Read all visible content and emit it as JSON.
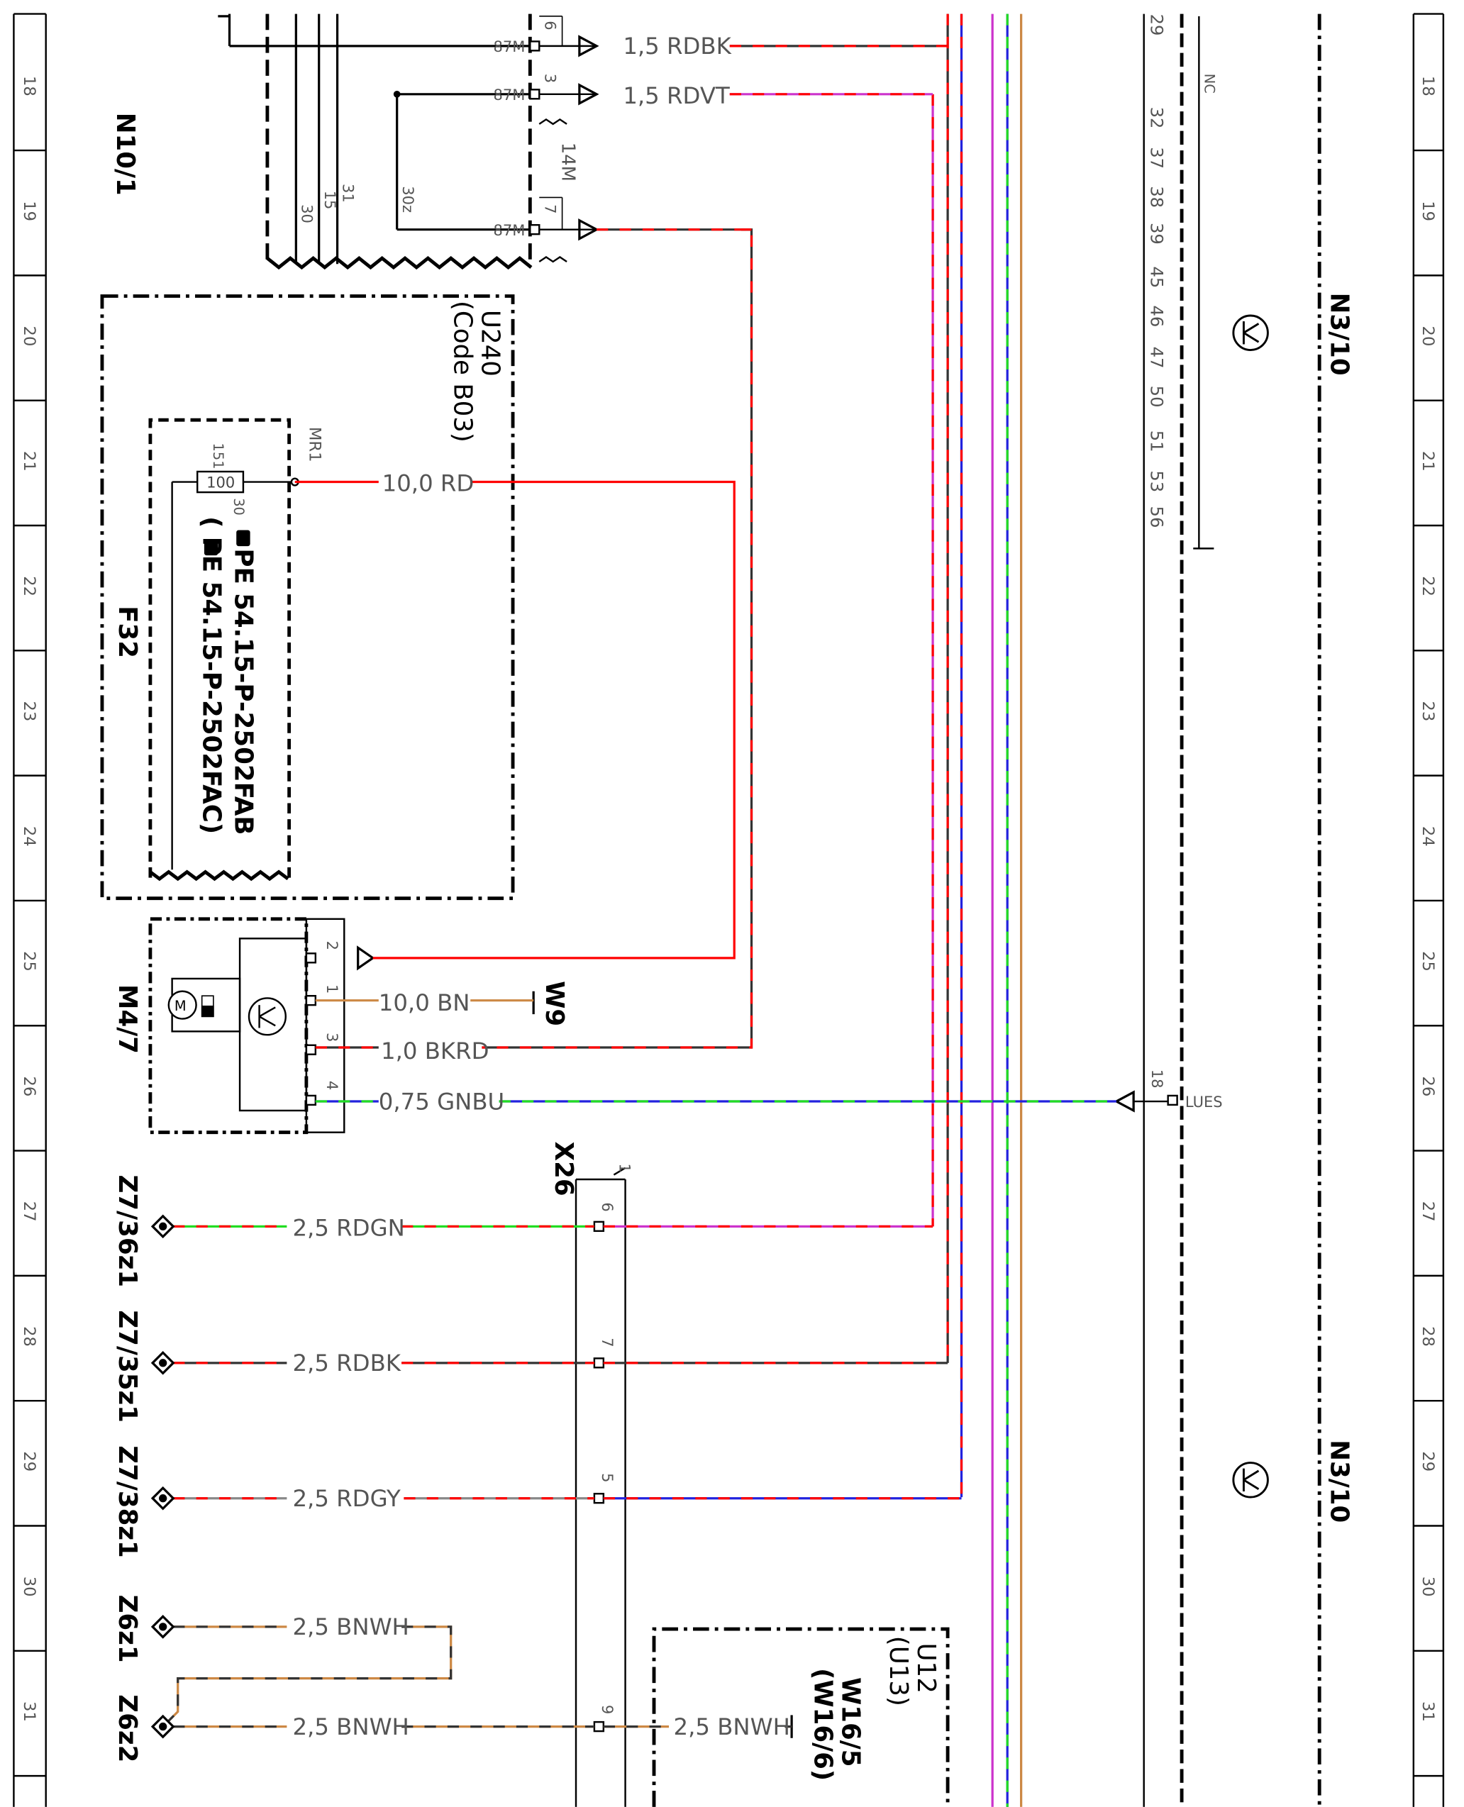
{
  "colors": {
    "RD": "#ff0000",
    "BK": "#333333",
    "VT": "#cc33cc",
    "GN": "#22dd22",
    "BU": "#2222dd",
    "GY": "#888888",
    "BN": "#cc8844",
    "WH": "#ffffff",
    "line": "#000000",
    "label": "#555555"
  },
  "rows": [
    "18",
    "19",
    "20",
    "21",
    "22",
    "23",
    "24",
    "25",
    "26",
    "27",
    "28",
    "29",
    "30",
    "31"
  ],
  "components": {
    "n10_1": "N10/1",
    "u240": "U240",
    "u240_code": "(Code B03)",
    "f32": "F32",
    "pe_line_1": "PE 54.15-P-2502FAB",
    "pe_line_2": "(     PE 54.15-P-2502FAC)",
    "m4_7": "M4/7",
    "w9": "W9",
    "x26": "X26",
    "n3_10_top": "N3/10",
    "n3_10_bottom": "N3/10",
    "u12": "U12",
    "u12_sub": "(U13)",
    "w16_5": "W16/5",
    "w16_6": "(W16/6)",
    "z7_36z1": "Z7/36z1",
    "z7_35z1": "Z7/35z1",
    "z7_38z1": "Z7/38z1",
    "z6z1": "Z6z1",
    "z6z2": "Z6z2"
  },
  "n10_pins": {
    "p30": "30",
    "p15": "15",
    "p31": "31",
    "p30z": "30z",
    "m1": "87M",
    "m2": "87M",
    "m3": "87M",
    "pin6": "6",
    "pin3": "3",
    "pin7": "7",
    "conn14m": "14M"
  },
  "fuse": {
    "value": "100",
    "pin151": "151",
    "pin30": "30",
    "mr1": "MR1"
  },
  "m47_pins": [
    "2",
    "1",
    "3",
    "4"
  ],
  "x26_pins": {
    "header": "1",
    "p6": "6",
    "p7": "7",
    "p5": "5",
    "p9": "9"
  },
  "n3_pins": [
    "29",
    "32",
    "37",
    "38",
    "39",
    "45",
    "46",
    "47",
    "50",
    "51",
    "53",
    "56"
  ],
  "n3_nc": "NC",
  "n3_pin18": "18",
  "n3_lues": "LUES",
  "wires": {
    "rdbk_top": "1,5 RDBK",
    "rdvt": "1,5 RDVT",
    "rd10": "10,0 RD",
    "bn10": "10,0 BN",
    "bkrd": "1,0 BKRD",
    "gnbu": "0,75 GNBU",
    "rdgn": "2,5 RDGN",
    "rdbk": "2,5 RDBK",
    "rdgy": "2,5 RDGY",
    "bnwh1": "2,5 BNWH",
    "bnwh2": "2,5 BNWH",
    "bnwh3": "2,5 BNWH"
  }
}
